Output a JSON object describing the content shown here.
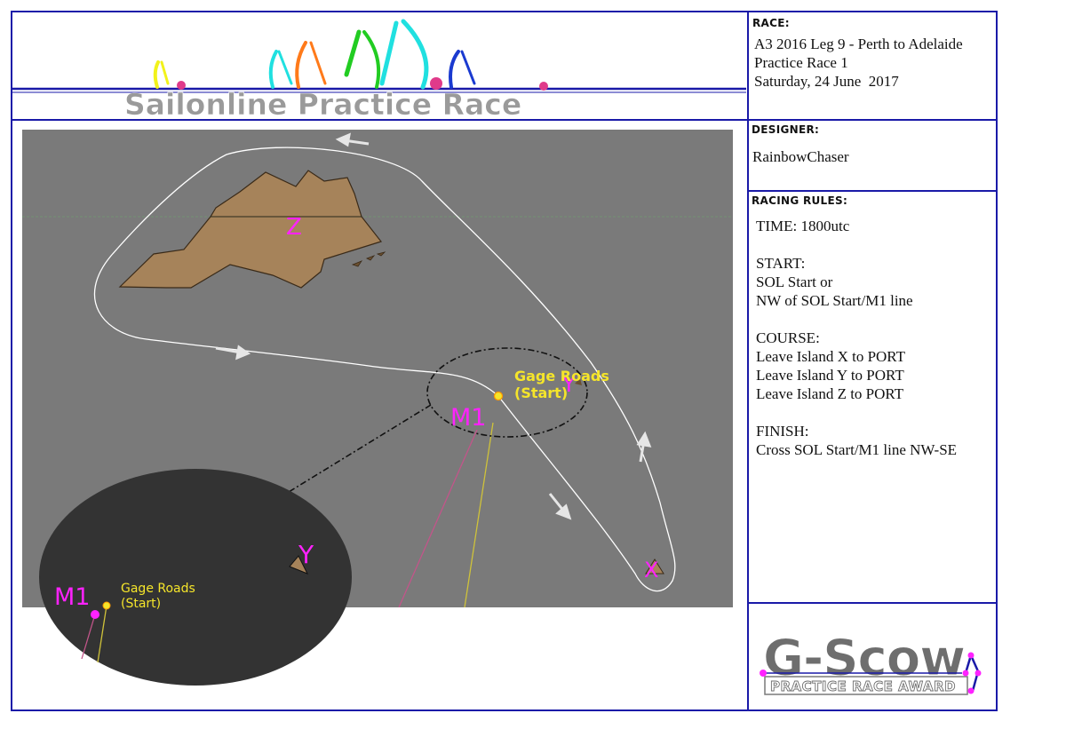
{
  "header": {
    "title": "Sailonline Practice Race"
  },
  "race": {
    "caption": "RACE:",
    "lines": [
      "A3 2016 Leg 9 - Perth to Adelaide",
      "Practice Race 1",
      "Saturday, 24 June  2017"
    ]
  },
  "designer": {
    "caption": "DESIGNER:",
    "name": "RainbowChaser"
  },
  "rules": {
    "caption": "RACING RULES:",
    "lines": [
      "TIME: 1800utc",
      "",
      "START:",
      "SOL Start or",
      "NW of SOL Start/M1 line",
      "",
      "COURSE:",
      "Leave Island X to PORT",
      "Leave Island Y to PORT",
      "Leave Island Z to PORT",
      "",
      "FINISH:",
      "Cross SOL Start/M1 line NW-SE"
    ]
  },
  "map": {
    "island_z_label": "Z",
    "island_y_label": "Y",
    "island_x_label": "X",
    "mark_label": "M1",
    "start_label_line1": "Gage Roads",
    "start_label_line2": "(Start)",
    "inset_y_label": "Y",
    "inset_mark_label": "M1",
    "inset_start_line1": "Gage Roads",
    "inset_start_line2": "(Start)",
    "colors": {
      "sea": "#7a7a7a",
      "land": "#a6835a",
      "route": "#ffffff",
      "marker": "#ff22ff",
      "start": "#f5e52a",
      "inset": "#333333"
    }
  },
  "award": {
    "title": "G-Scow",
    "subtitle": "PRACTICE RACE AWARD"
  }
}
